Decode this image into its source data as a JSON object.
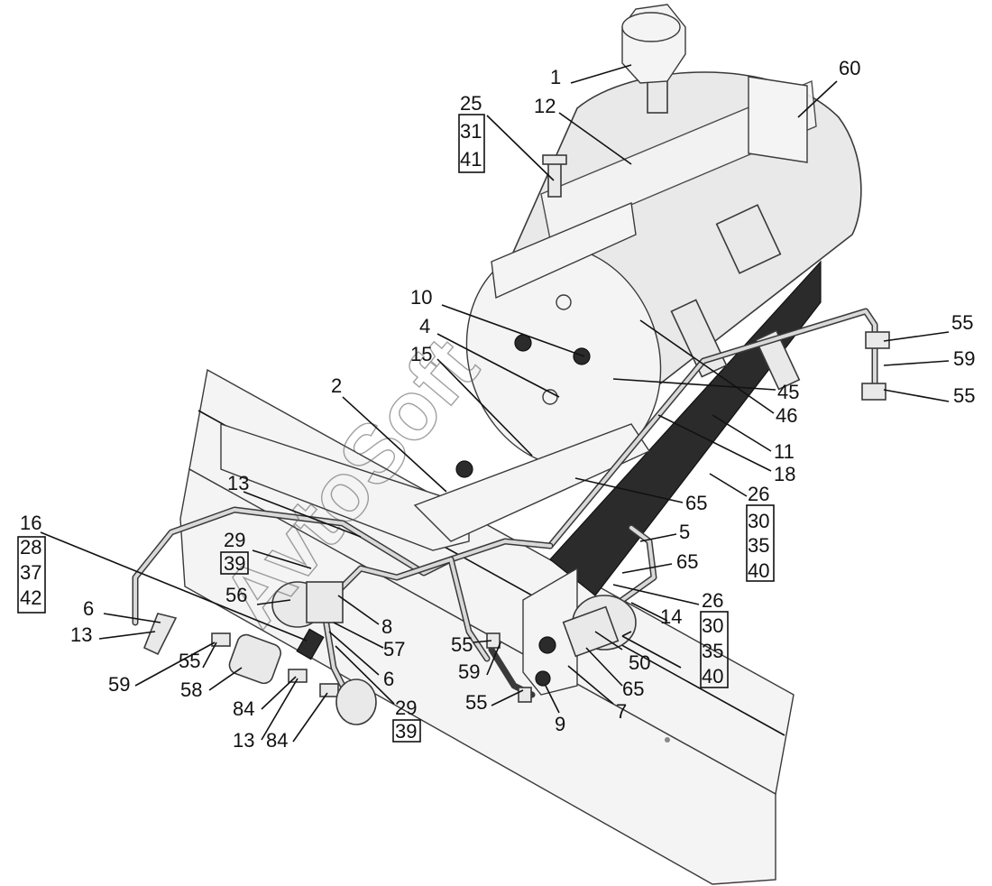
{
  "watermark": "AvtoSoft",
  "callouts": {
    "c1": "1",
    "c12": "12",
    "c60": "60",
    "c25": "25",
    "c31": "31",
    "c41": "41",
    "c10": "10",
    "c4": "4",
    "c15": "15",
    "c2": "2",
    "c55a": "55",
    "c59a": "59",
    "c55b": "55",
    "c45": "45",
    "c46": "46",
    "c11": "11",
    "c18": "18",
    "c26a": "26",
    "c30a": "30",
    "c35a": "35",
    "c40a": "40",
    "c65a": "65",
    "c5": "5",
    "c65b": "65",
    "c26b": "26",
    "c30b": "30",
    "c35b": "35",
    "c40b": "40",
    "c14": "14",
    "c50": "50",
    "c65c": "65",
    "c7": "7",
    "c9": "9",
    "c13a": "13",
    "c16": "16",
    "c28": "28",
    "c37": "37",
    "c42": "42",
    "c29a": "29",
    "c39a": "39",
    "c56": "56",
    "c6a": "6",
    "c13b": "13",
    "c8": "8",
    "c57": "57",
    "c6b": "6",
    "c59b": "59",
    "c55c": "55",
    "c58": "58",
    "c84a": "84",
    "c29b": "29",
    "c39b": "39",
    "c13c": "13",
    "c84b": "84",
    "c55d": "55",
    "c59c": "59",
    "c55e": "55"
  }
}
